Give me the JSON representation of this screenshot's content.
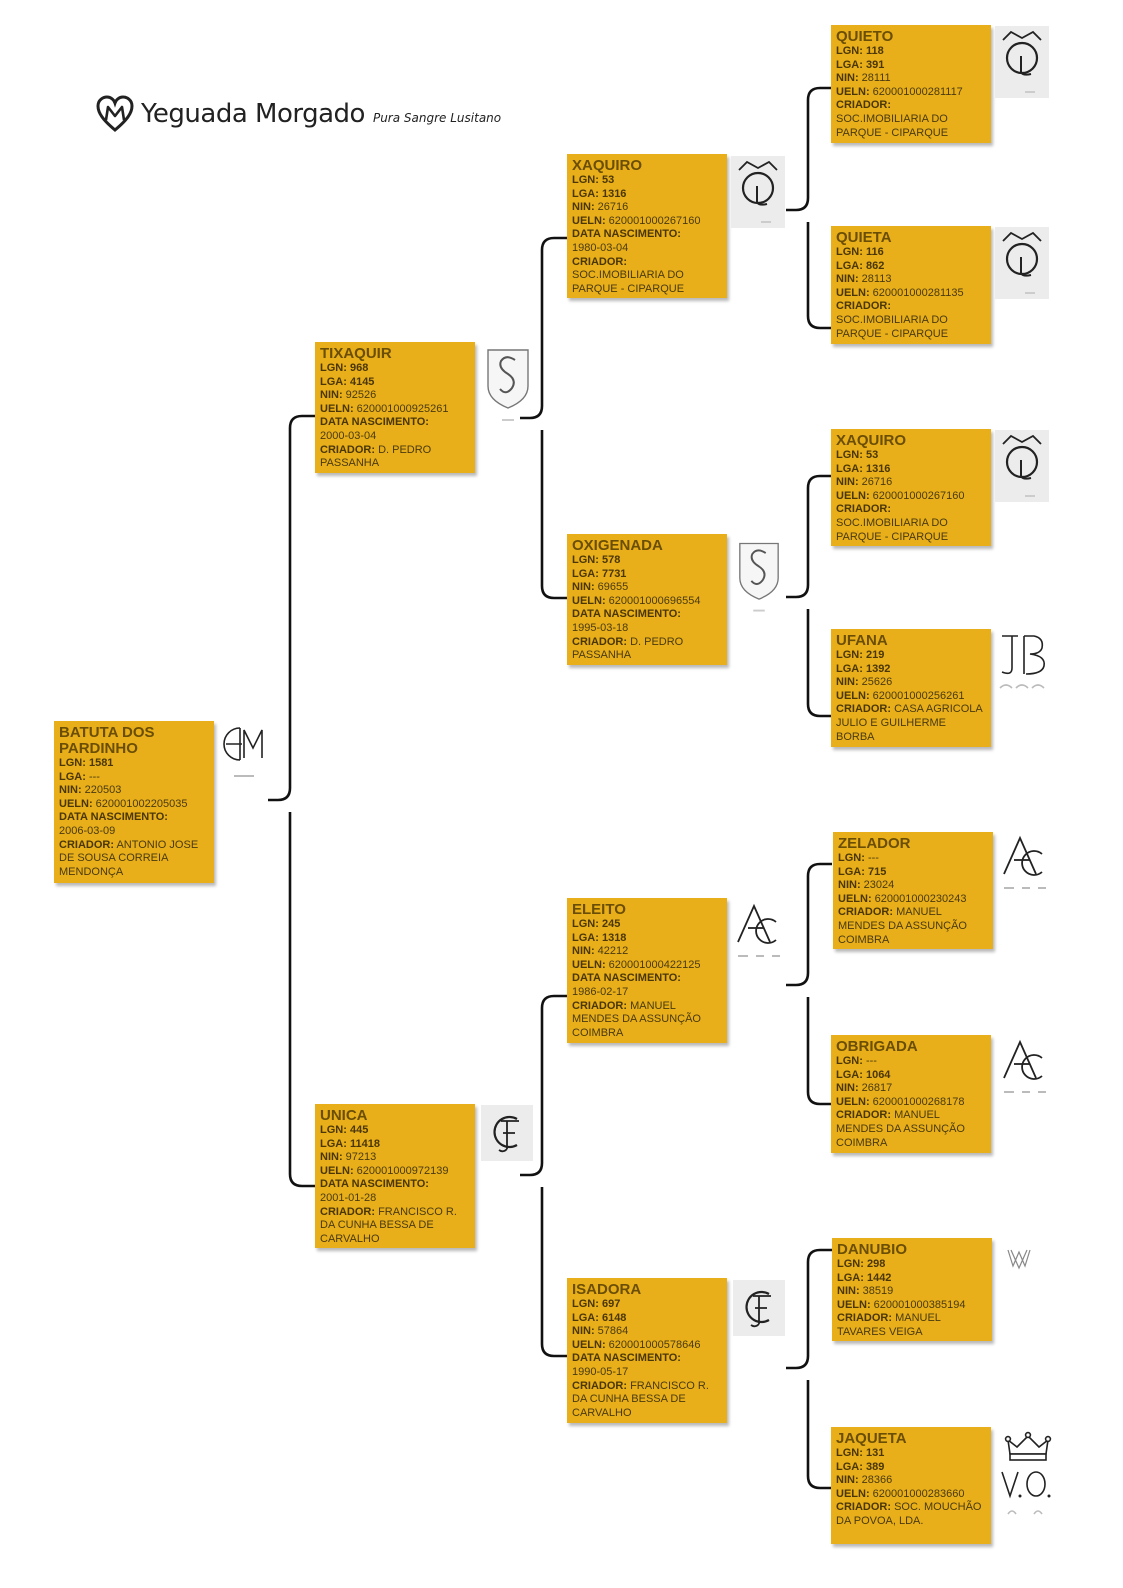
{
  "header": {
    "logo_name": "Yeguada Morgado",
    "logo_sub": "Pura Sangre Lusitano"
  },
  "labels": {
    "lgn": "LGN:",
    "lga": "LGA:",
    "nin": "NIN:",
    "ueln": "UELN:",
    "nascimento": "DATA NASCIMENTO:",
    "criador": "CRIADOR:"
  },
  "horses": {
    "subject": {
      "name": "BATUTA DOS PARDINHO",
      "lgn": "1581",
      "lga": "---",
      "nin": "220503",
      "ueln": "620001002205035",
      "nascimento": "2006-03-09",
      "criador": "ANTONIO JOSE DE SOUSA CORREIA MENDONÇA",
      "brand": "AM-brand-icon"
    },
    "sire": {
      "name": "TIXAQUIR",
      "lgn": "968",
      "lga": "4145",
      "nin": "92526",
      "ueln": "620001000925261",
      "nascimento": "2000-03-04",
      "criador": "D. PEDRO PASSANHA",
      "brand": "S-shield-brand-icon"
    },
    "dam": {
      "name": "UNICA",
      "lgn": "445",
      "lga": "11418",
      "nin": "97213",
      "ueln": "620001000972139",
      "nascimento": "2001-01-28",
      "criador": "FRANCISCO R. DA CUNHA BESSA DE CARVALHO",
      "brand": "CF-brand-icon"
    },
    "ss": {
      "name": "XAQUIRO",
      "lgn": "53",
      "lga": "1316",
      "nin": "26716",
      "ueln": "620001000267160",
      "nascimento": "1980-03-04",
      "criador": "SOC.IMOBILIARIA DO PARQUE - CIPARQUE",
      "brand": "crowned-Q-brand-icon"
    },
    "sd": {
      "name": "OXIGENADA",
      "lgn": "578",
      "lga": "7731",
      "nin": "69655",
      "ueln": "620001000696554",
      "nascimento": "1995-03-18",
      "criador": "D. PEDRO PASSANHA",
      "brand": "S-shield-brand-icon"
    },
    "ds": {
      "name": "ELEITO",
      "lgn": "245",
      "lga": "1318",
      "nin": "42212",
      "ueln": "620001000422125",
      "nascimento": "1986-02-17",
      "criador": "MANUEL MENDES DA ASSUNÇÃO COIMBRA",
      "brand": "AC-brand-icon"
    },
    "dd": {
      "name": "ISADORA",
      "lgn": "697",
      "lga": "6148",
      "nin": "57864",
      "ueln": "620001000578646",
      "nascimento": "1990-05-17",
      "criador": "FRANCISCO R. DA CUNHA BESSA DE CARVALHO",
      "brand": "CF-brand-icon"
    },
    "sss": {
      "name": "QUIETO",
      "lgn": "118",
      "lga": "391",
      "nin": "28111",
      "ueln": "620001000281117",
      "criador": "SOC.IMOBILIARIA DO PARQUE - CIPARQUE",
      "brand": "crowned-Q-brand-icon"
    },
    "ssd": {
      "name": "QUIETA",
      "lgn": "116",
      "lga": "862",
      "nin": "28113",
      "ueln": "620001000281135",
      "criador": "SOC.IMOBILIARIA DO PARQUE - CIPARQUE",
      "brand": "crowned-Q-brand-icon"
    },
    "sds": {
      "name": "XAQUIRO",
      "lgn": "53",
      "lga": "1316",
      "nin": "26716",
      "ueln": "620001000267160",
      "criador": "SOC.IMOBILIARIA DO PARQUE - CIPARQUE",
      "brand": "crowned-Q-brand-icon"
    },
    "sdd": {
      "name": "UFANA",
      "lgn": "219",
      "lga": "1392",
      "nin": "25626",
      "ueln": "620001000256261",
      "criador": "CASA AGRICOLA JULIO E GUILHERME BORBA",
      "brand": "JB-brand-icon"
    },
    "dss": {
      "name": "ZELADOR",
      "lgn": "---",
      "lga": "715",
      "nin": "23024",
      "ueln": "620001000230243",
      "criador": "MANUEL MENDES DA ASSUNÇÃO COIMBRA",
      "brand": "AC-brand-icon"
    },
    "dsd": {
      "name": "OBRIGADA",
      "lgn": "---",
      "lga": "1064",
      "nin": "26817",
      "ueln": "620001000268178",
      "criador": "MANUEL MENDES DA ASSUNÇÃO COIMBRA",
      "brand": "AC-brand-icon"
    },
    "dds": {
      "name": "DANUBIO",
      "lgn": "298",
      "lga": "1442",
      "nin": "38519",
      "ueln": "620001000385194",
      "criador": "MANUEL TAVARES VEIGA",
      "brand": "MV-brand-icon"
    },
    "ddd": {
      "name": "JAQUETA",
      "lgn": "131",
      "lga": "389",
      "nin": "28366",
      "ueln": "620001000283660",
      "criador": "SOC. MOUCHÃO DA POVOA, LDA.",
      "brand": "crown-VO-brand-icon"
    }
  }
}
